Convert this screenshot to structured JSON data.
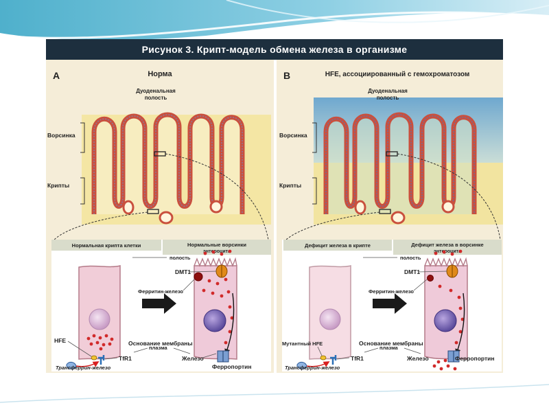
{
  "figure": {
    "title": "Рисунок 3. Крипт-модель обмена железа в организме"
  },
  "panel_a": {
    "letter": "A",
    "heading": "Норма",
    "lumen_label": "Дуоденальная полость",
    "lumen_line1": "Дуоденальная",
    "lumen_line2": "полость",
    "villus_label": "Ворсинка",
    "crypts_label": "Крипты",
    "crypt_cell_label": "Нормальная крипта клетки",
    "villus_cell_line1": "Нормальные ворсинки",
    "villus_cell_line2": "энтероцита",
    "cavity_label": "полость",
    "dmt1_label": "DMT1",
    "ferritin_label": "Ферритин-железо",
    "membrane_label": "Основание мембраны",
    "plasma_label": "плазма",
    "hfe_label": "HFE",
    "tfr1_label": "TfR1",
    "iron_label": "Железо",
    "ferroportin_label": "Ферропортин",
    "transferrin_label": "Трансферрин-железо"
  },
  "panel_b": {
    "letter": "B",
    "heading": "HFE, ассоциированный с гемохроматозом",
    "lumen_line1": "Дуоденальная",
    "lumen_line2": "полость",
    "villus_label": "Ворсинка",
    "crypts_label": "Крипты",
    "crypt_cell_label": "Дефицит железа в крипте",
    "villus_cell_line1": "Дефицит железа в ворсинке",
    "villus_cell_line2": "энтероцита",
    "cavity_label": "полость",
    "dmt1_label": "DMT1",
    "ferritin_label": "Ферритин-железо",
    "membrane_label": "Основание мембраны",
    "plasma_label": "плазма",
    "hfe_label": "Мутантный HFE",
    "tfr1_label": "TfR1",
    "iron_label": "Железо",
    "ferroportin_label": "Ферропортин",
    "transferrin_label": "Трансферрин-железо"
  }
}
